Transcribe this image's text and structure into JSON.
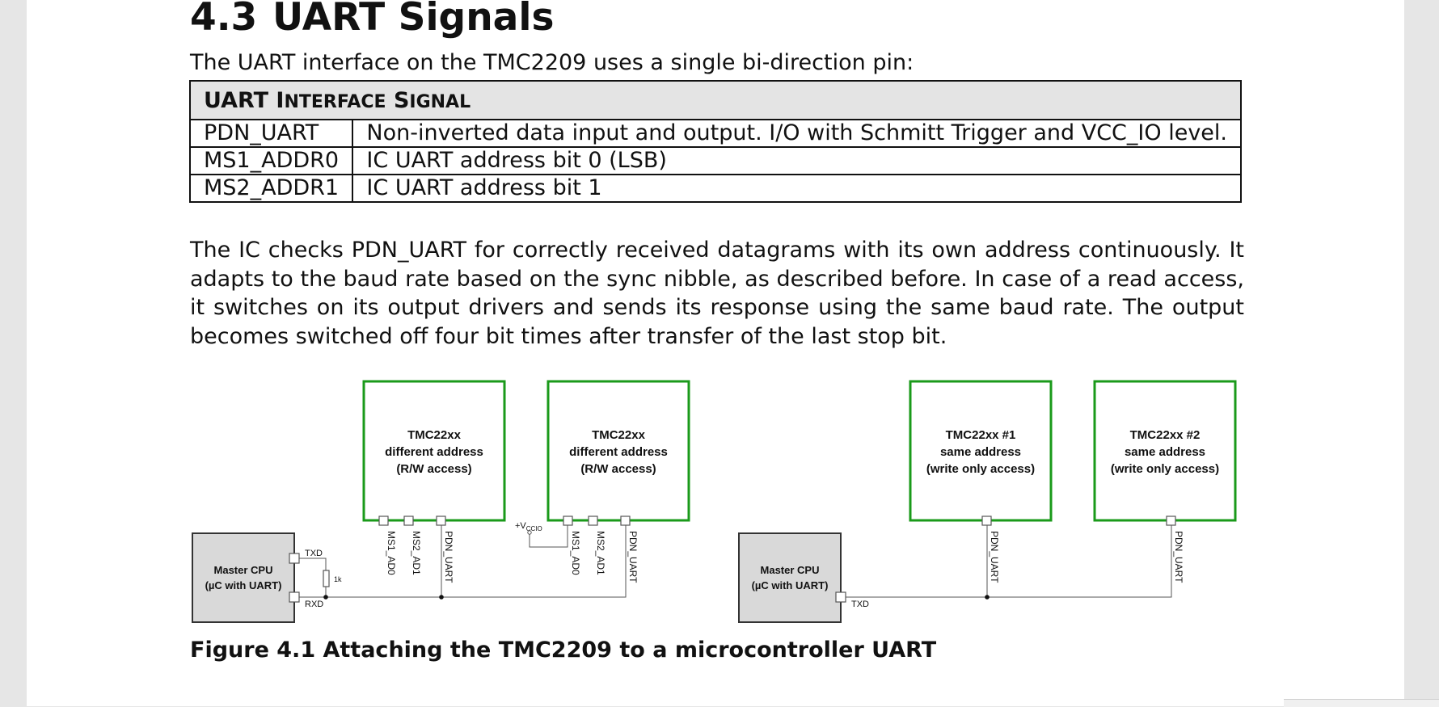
{
  "section": {
    "number": "4.3",
    "title": "UART Signals"
  },
  "intro": "The UART interface on the TMC2209 uses a single bi-direction pin:",
  "table": {
    "header_prefix": "UART ",
    "header_smallcaps": [
      {
        "cap": "I",
        "rest": "NTERFACE"
      },
      {
        "cap": "S",
        "rest": "IGNAL"
      }
    ],
    "rows": [
      {
        "signal": "PDN_UART",
        "description": "Non-inverted data input and output. I/O with Schmitt Trigger and VCC_IO level."
      },
      {
        "signal": "MS1_ADDR0",
        "description": "IC UART address bit 0 (LSB)"
      },
      {
        "signal": "MS2_ADDR1",
        "description": "IC UART address bit 1"
      }
    ]
  },
  "paragraph": "The IC checks PDN_UART for correctly received datagrams with its own address continuously. It adapts to the baud rate based on the sync nibble, as described before. In case of a read access, it switches on its output drivers and sends its response using the same baud rate. The output becomes switched off four bit times after transfer of the last stop bit.",
  "figure": {
    "colors": {
      "chip_border": "#1a9a1a",
      "cpu_fill": "#d9d9d9",
      "wire": "#555555"
    },
    "left": {
      "cpu": {
        "line1": "Master CPU",
        "line2": "(µC with UART)",
        "txd": "TXD",
        "rxd": "RXD",
        "resistor": "1k"
      },
      "chip1": {
        "line1": "TMC22xx",
        "line2": "different address",
        "line3": "(R/W access)"
      },
      "chip2": {
        "line1": "TMC22xx",
        "line2": "different address",
        "line3": "(R/W access)"
      },
      "pins": [
        "MS1_AD0",
        "MS2_AD1",
        "PDN_UART"
      ],
      "vccio_prefix": "+V",
      "vccio_sub": "CCIO"
    },
    "right": {
      "cpu": {
        "line1": "Master CPU",
        "line2": "(µC with UART)",
        "txd": "TXD"
      },
      "chip1": {
        "line1": "TMC22xx #1",
        "line2": "same address",
        "line3": "(write only access)"
      },
      "chip2": {
        "line1": "TMC22xx #2",
        "line2": "same address",
        "line3": "(write only access)"
      },
      "pin": "PDN_UART"
    },
    "caption": "Figure 4.1 Attaching the TMC2209 to a microcontroller UART"
  }
}
